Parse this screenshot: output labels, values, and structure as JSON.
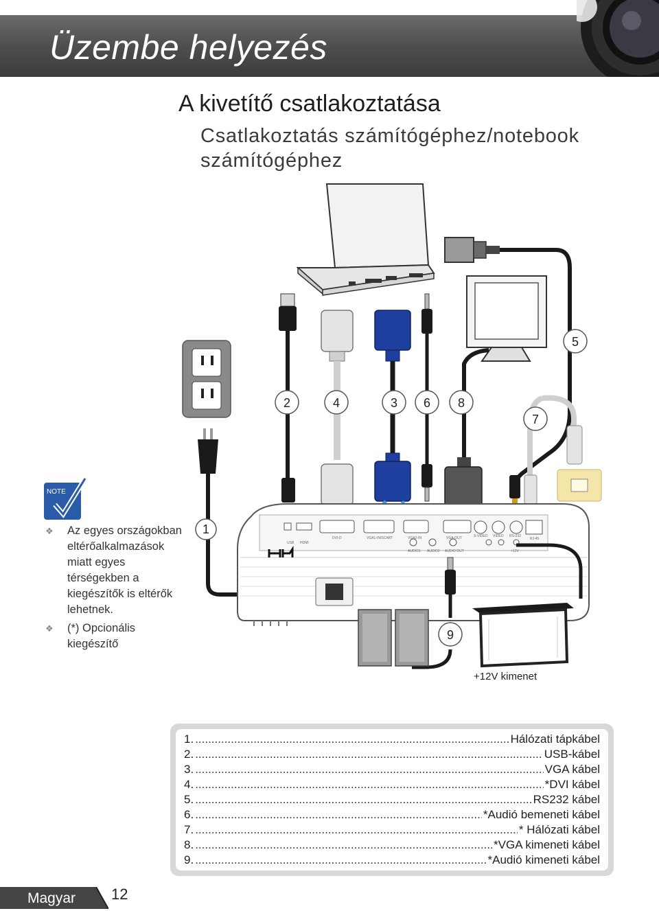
{
  "header": {
    "title": "Üzembe helyezés"
  },
  "section": {
    "title": "A kivetítő csatlakoztatása",
    "subtitle": "Csatlakoztatás számítógéphez/notebook számítógéphez"
  },
  "note": {
    "items": [
      "Az egyes országokban eltérőalkalmazások miatt egyes térségekben a kiegészítők is eltérők lehetnek.",
      "(*) Opcionális kiegészítő"
    ]
  },
  "callouts": [
    "1",
    "2",
    "3",
    "4",
    "5",
    "6",
    "7",
    "8",
    "9"
  ],
  "diagram_text": {
    "output_12v": "+12V kimenet"
  },
  "ports": [
    "USB",
    "HDMI",
    "DVI-D",
    "VGA1-IN/SCART",
    "VGA2-IN",
    "VGA-OUT",
    "AUDIO1",
    "AUDIO2",
    "AUDIO OUT",
    "S-VIDEO",
    "VIDEO",
    "RS-232",
    "RJ-45",
    "+12V"
  ],
  "legend": [
    {
      "num": "1",
      "label": "Hálózati tápkábel"
    },
    {
      "num": "2",
      "label": "USB-kábel"
    },
    {
      "num": "3",
      "label": "VGA kábel"
    },
    {
      "num": "4",
      "label": "*DVI kábel"
    },
    {
      "num": "5",
      "label": "RS232 kábel"
    },
    {
      "num": "6",
      "label": "*Audió bemeneti kábel"
    },
    {
      "num": "7",
      "label": "* Hálózati kábel"
    },
    {
      "num": "8",
      "label": "*VGA kimeneti kábel"
    },
    {
      "num": "9",
      "label": "*Audió kimeneti kábel"
    }
  ],
  "footer": {
    "language": "Magyar",
    "page": "12"
  },
  "colors": {
    "header": "#555555",
    "vga_blue": "#1f3f9e",
    "legend_frame": "#d8d8d8",
    "note_blue": "#2a5ba8"
  }
}
